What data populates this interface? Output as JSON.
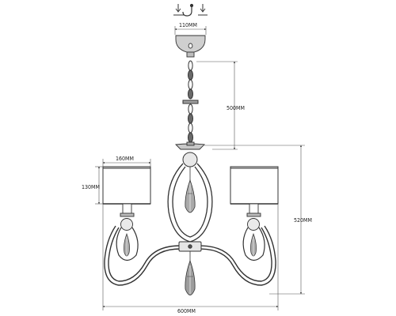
{
  "dimensions": {
    "canopy_width": "110MM",
    "chain_length": "500MM",
    "shade_width": "160MM",
    "shade_height": "130MM",
    "total_height": "520MM",
    "total_width": "600MM"
  },
  "colors": {
    "line": "#3a3a3a",
    "dimension_line": "#555555",
    "fill_dark": "#9a9a9a",
    "fill_light": "#d8d8d8"
  }
}
